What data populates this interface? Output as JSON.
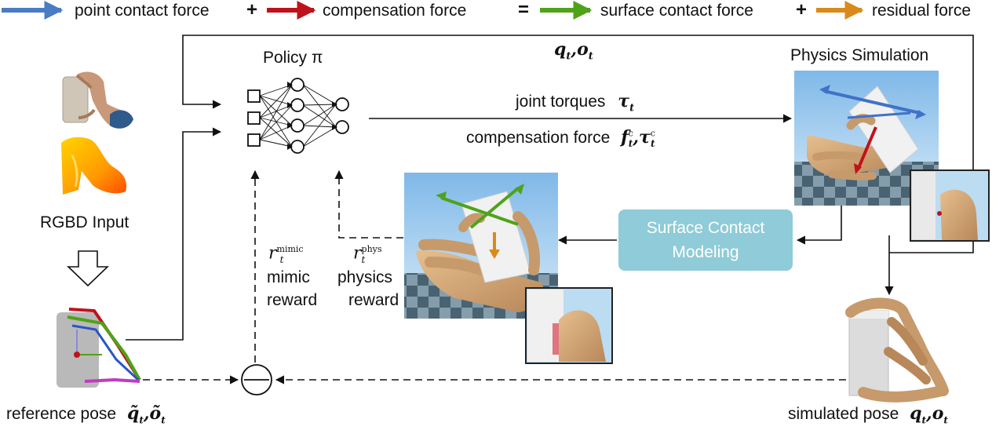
{
  "legend": {
    "point": "point contact force",
    "op1": "+",
    "compensation": "compensation force",
    "eq": "=",
    "surface": "surface contact force",
    "op2": "+",
    "residual": "residual force"
  },
  "labels": {
    "policy": "Policy π",
    "physics_sim": "Physics Simulation",
    "rgbd_input": "RGBD Input",
    "joint_torques": "joint torques",
    "joint_torques_sym": "τ",
    "joint_torques_sub": "t",
    "compensation_force": "compensation force",
    "compensation_sym": "f",
    "compensation_sup": "c",
    "compensation_sub": "t",
    "compensation_sym2": "τ",
    "state_q": "q",
    "state_o": "o",
    "state_sub": "t",
    "surface_contact_line1": "Surface Contact",
    "surface_contact_line2": "Modeling",
    "r_mimic_sym": "r",
    "r_mimic_sup": "mimic",
    "r_mimic_sub": "t",
    "mimic_line1": "mimic",
    "mimic_line2": "reward",
    "r_phys_sym": "r",
    "r_phys_sup": "phys",
    "r_phys_sub": "t",
    "phys_line1": "physics",
    "phys_line2": "reward",
    "reference_pose": "reference pose",
    "ref_q": "q̃",
    "ref_o": "õ",
    "ref_sub": "t",
    "simulated_pose": "simulated pose",
    "sim_q": "q",
    "sim_o": "o",
    "sim_sub": "t"
  },
  "colors": {
    "point": "#4a7cc4",
    "compensation": "#c0121b",
    "surface": "#4ea319",
    "residual": "#d98a1a",
    "policy_bg": "#dbe6c6",
    "scm_bg": "#8fcbd8"
  }
}
